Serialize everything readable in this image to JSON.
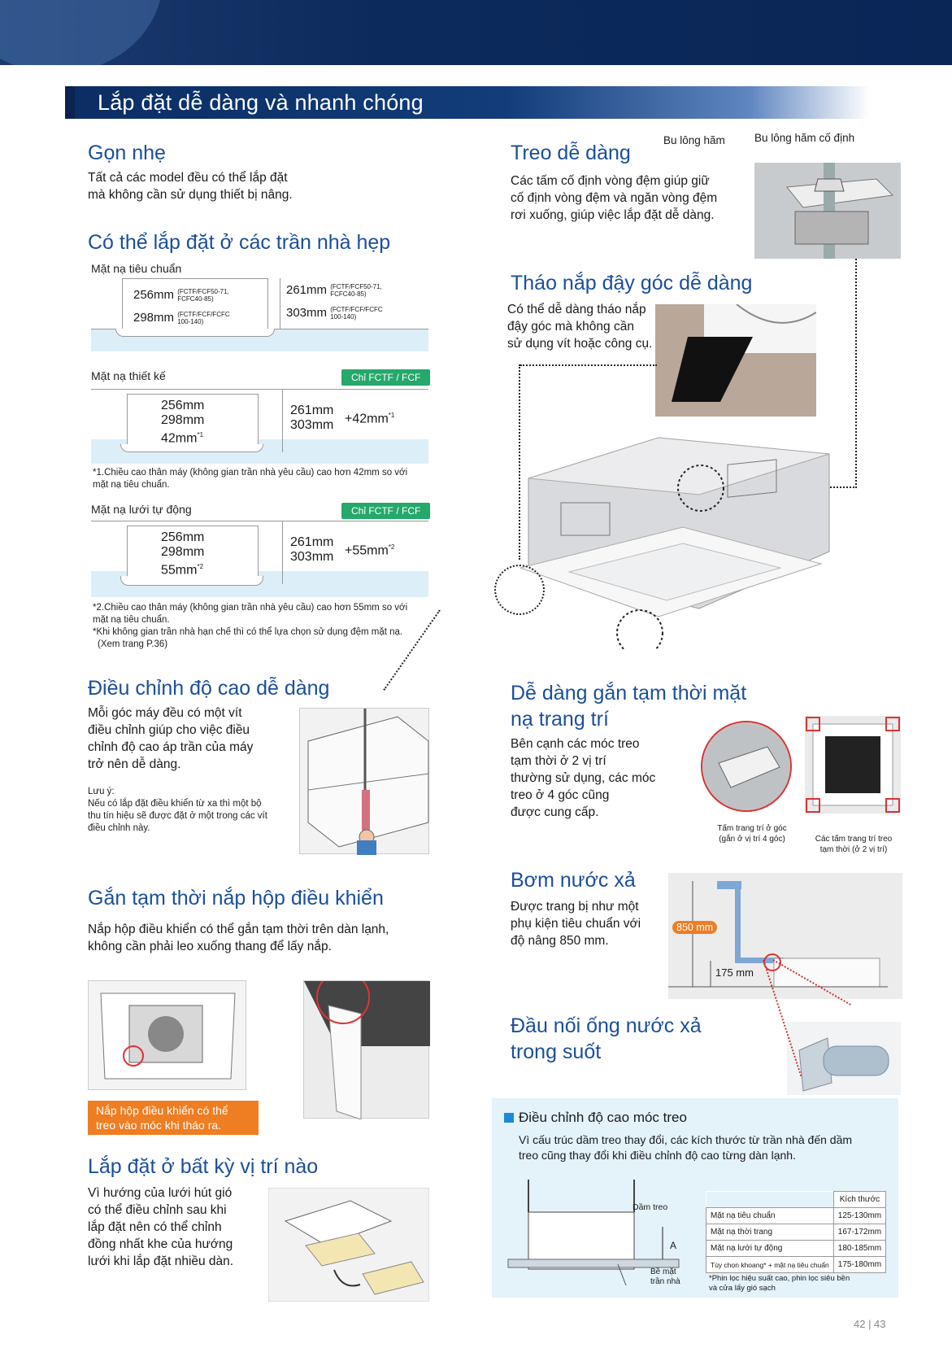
{
  "header": {
    "banner_title": "Lắp đặt dễ dàng và nhanh chóng"
  },
  "gon_nhe": {
    "title": "Gọn nhẹ",
    "lines": [
      "Tất cả các model đều có thể lắp đặt",
      "mà không cần sử dụng thiết bị nâng."
    ]
  },
  "tran_hep": {
    "title": "Có thể lắp đặt ở các trần nhà hẹp",
    "standard": {
      "label": "Mặt nạ tiêu chuẩn",
      "h1": "256mm",
      "h1_note1": "FCTF/FCF50-71,",
      "h1_note2": "FCFC40-85",
      "h2": "298mm",
      "h2_note1": "FCTF/FCF/FCFC",
      "h2_note2": "100-140",
      "r1": "261mm",
      "r1_note1": "FCTF/FCF50-71,",
      "r1_note2": "FCFC40-85",
      "r2": "303mm",
      "r2_note1": "FCTF/FCF/FCFC",
      "r2_note2": "100-140"
    },
    "design": {
      "label": "Mặt nạ thiết kế",
      "badge": "Chỉ FCTF / FCF",
      "h1": "256mm",
      "h2": "298mm",
      "h3": "42mm",
      "h3_sup": "*1",
      "r1": "261mm",
      "r2": "303mm",
      "plus": "+42mm",
      "plus_sup": "*1",
      "note1": "*1.Chiều cao thân máy (không gian trần nhà yêu cầu) cao hơn 42mm so với",
      "note2": "mặt nạ tiêu chuẩn."
    },
    "auto": {
      "label": "Mặt nạ lưới tự động",
      "badge": "Chỉ FCTF / FCF",
      "h1": "256mm",
      "h2": "298mm",
      "h3": "55mm",
      "h3_sup": "*2",
      "r1": "261mm",
      "r2": "303mm",
      "plus": "+55mm",
      "plus_sup": "*2",
      "note1": "*2.Chiều cao thân máy (không gian trần nhà yêu cầu) cao hơn 55mm so với",
      "note2": "mặt nạ tiêu chuẩn.",
      "note3": "*Khi không gian trần nhà hạn chế thì có thể lựa chọn sử dụng đệm mặt nạ.",
      "note4": "(Xem trang P.36)"
    }
  },
  "dieu_chinh": {
    "title": "Điều chỉnh độ cao dễ dàng",
    "lines": [
      "Mỗi góc máy đều có một vít",
      "điều chỉnh giúp cho việc điều",
      "chỉnh độ cao áp trần của máy",
      "trở nên dễ dàng."
    ],
    "note_title": "Lưu ý:",
    "notes": [
      "Nếu có lắp đặt điều khiển từ xa thì một bộ",
      "thu tín hiệu sẽ được đặt ở một trong các vít",
      "điều chỉnh này."
    ]
  },
  "gan_tam": {
    "title": "Gắn tạm thời nắp hộp điều khiển",
    "lines": [
      "Nắp hộp điều khiển có thể gắn tạm thời trên dàn lạnh,",
      "không cần phải leo xuống thang để lấy nắp."
    ],
    "callout1": "Nắp hộp điều khiển có thể",
    "callout2": "treo vào móc khi tháo ra."
  },
  "bat_ky": {
    "title": "Lắp đặt ở bất kỳ vị trí nào",
    "lines": [
      "Vì hướng của lưới hút gió",
      "có thể điều chỉnh sau khi",
      "lắp đặt nên có thể chỉnh",
      "đồng nhất khe của hướng",
      "lưới khi lắp đặt nhiều dàn."
    ]
  },
  "treo": {
    "title": "Treo dễ dàng",
    "lines": [
      "Các tấm cố định vòng đệm giúp giữ",
      "cố định vòng đệm và ngăn vòng đệm",
      "rơi xuống, giúp việc lắp đặt dễ dàng."
    ],
    "bolt1": "Bu lông hãm",
    "bolt2": "Bu lông hãm cố định"
  },
  "thao_nap": {
    "title": "Tháo nắp đậy góc dễ dàng",
    "lines": [
      "Có thể dễ dàng tháo nắp",
      "đậy góc mà không cần",
      "sử dụng vít hoặc công cụ."
    ]
  },
  "gan_mat_na": {
    "title1": "Dễ dàng gắn tạm thời mặt",
    "title2": "nạ trang trí",
    "lines": [
      "Bên cạnh các móc treo",
      "tạm thời ở 2 vị trí",
      "thường sử dụng, các móc",
      "treo ở 4 góc cũng",
      "được cung cấp."
    ],
    "cap1a": "Tấm trang trí ở góc",
    "cap1b": "(gắn ở vị trí 4 góc)",
    "cap2a": "Các tấm trang trí treo",
    "cap2b": "tạm thời (ở 2 vị trí)"
  },
  "bom": {
    "title": "Bơm nước xả",
    "lines": [
      "Được trang bị như một",
      "phụ kiện tiêu chuẩn với",
      "độ nâng 850 mm."
    ],
    "dim1": "850 mm",
    "dim2": "175 mm"
  },
  "dau_noi": {
    "title1": "Đầu nối ống nước xả",
    "title2": "trong suốt"
  },
  "moc_treo": {
    "title": "Điều chỉnh độ cao móc treo",
    "lines": [
      "Vì cấu trúc dầm treo thay đổi, các kích thước từ trần nhà đến dầm",
      "treo cũng thay đổi khi điều chỉnh độ cao từng dàn lạnh."
    ],
    "dam_treo": "Dầm treo",
    "a_label": "A",
    "be_mat1": "Bề mặt",
    "be_mat2": "trần nhà",
    "table_header": "Kích thước",
    "rows": [
      {
        "name": "Mặt nạ tiêu chuẩn",
        "value": "125-130mm"
      },
      {
        "name": "Mặt nạ thời trang",
        "value": "167-172mm"
      },
      {
        "name": "Mặt nạ lưới tự động",
        "value": "180-185mm"
      },
      {
        "name": "Tùy chọn khoang* + mặt nạ tiêu chuẩn",
        "value": "175-180mm"
      }
    ],
    "foot1": "*Phin lọc hiệu suất cao, phin lọc siêu bền",
    "foot2": "và cửa lấy gió sạch"
  },
  "footer": {
    "page": "42 | 43"
  }
}
